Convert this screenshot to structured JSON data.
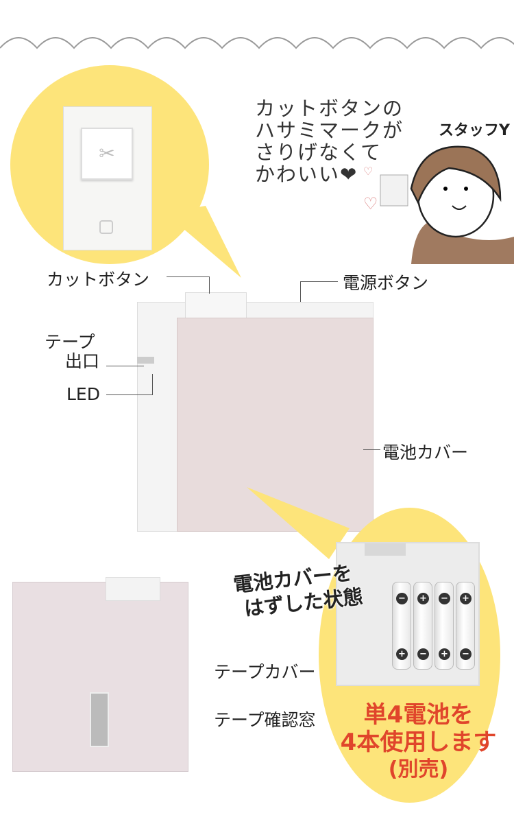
{
  "callouts": {
    "cut_button": "カットボタン",
    "power_button": "電源ボタン",
    "tape_exit_line1": "テープ",
    "tape_exit_line2": "出口",
    "led": "LED",
    "battery_cover": "電池カバー",
    "tape_cover": "テープカバー",
    "tape_window": "テープ確認窓"
  },
  "comment": {
    "lines": [
      "カットボタンの",
      "ハサミマークが",
      "さりげなくて",
      "かわいい❤"
    ],
    "staff": "スタッフY"
  },
  "battery_state": {
    "line1": "電池カバーを",
    "line2": "はずした状態"
  },
  "battery_note": {
    "line1": "単4電池を",
    "line2": "4本使用します",
    "line3": "(別売)"
  },
  "colors": {
    "accent_yellow": "#fde47a",
    "note_red": "#e0452b",
    "cover_pink": "#e8dcdc"
  }
}
